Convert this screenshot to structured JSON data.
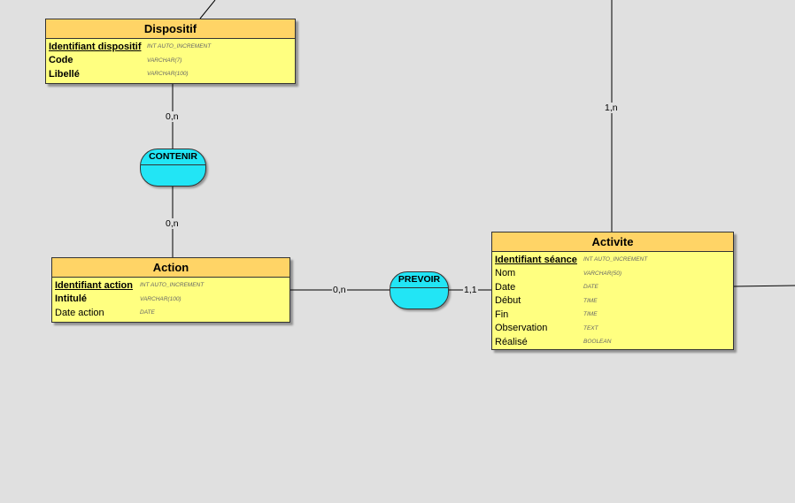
{
  "entities": {
    "dispositif": {
      "title": "Dispositif",
      "attrs": [
        {
          "name": "Identifiant dispositif",
          "type": "INT AUTO_INCREMENT"
        },
        {
          "name": "Code",
          "type": "VARCHAR(7)"
        },
        {
          "name": "Libellé",
          "type": "VARCHAR(100)"
        }
      ]
    },
    "action": {
      "title": "Action",
      "attrs": [
        {
          "name": "Identifiant action",
          "type": "INT AUTO_INCREMENT"
        },
        {
          "name": "Intitulé",
          "type": "VARCHAR(100)"
        },
        {
          "name": "Date action",
          "type": "DATE"
        }
      ]
    },
    "activite": {
      "title": "Activite",
      "attrs": [
        {
          "name": "Identifiant séance",
          "type": "INT AUTO_INCREMENT"
        },
        {
          "name": "Nom",
          "type": "VARCHAR(50)"
        },
        {
          "name": "Date",
          "type": "DATE"
        },
        {
          "name": "Début",
          "type": "TIME"
        },
        {
          "name": "Fin",
          "type": "TIME"
        },
        {
          "name": "Observation",
          "type": "TEXT"
        },
        {
          "name": "Réalisé",
          "type": "BOOLEAN"
        }
      ]
    }
  },
  "associations": {
    "contenir": {
      "name": "CONTENIR"
    },
    "prevoir": {
      "name": "PREVOIR"
    }
  },
  "cardinalities": {
    "dispositif_contenir": "0,n",
    "action_contenir": "0,n",
    "action_prevoir": "0,n",
    "activite_prevoir": "1,1",
    "activite_top": "1,n"
  },
  "colors": {
    "background": "#e0e0e0",
    "entity_header": "#ffd466",
    "entity_body": "#ffff80",
    "association": "#22e5f5"
  }
}
